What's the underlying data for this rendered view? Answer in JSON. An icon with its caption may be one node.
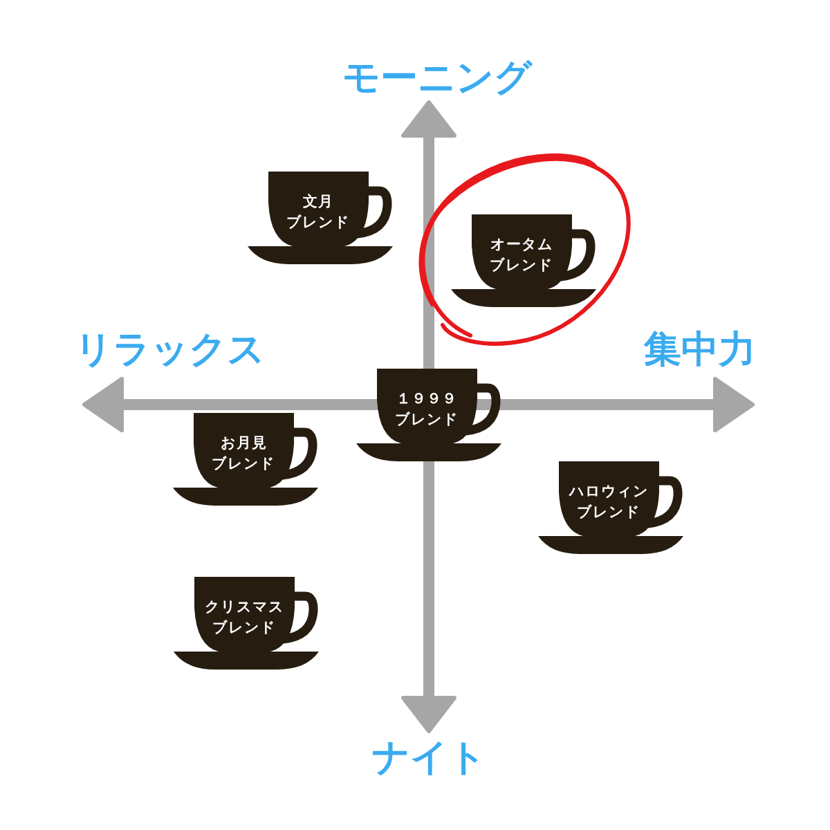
{
  "diagram": {
    "nodes": [
      {
        "text": [
          "文月",
          "ブレンド"
        ]
      },
      {
        "text": [
          "オータム",
          "ブレンド"
        ]
      },
      {
        "text": [
          "１９９９",
          "ブレンド"
        ]
      },
      {
        "text": [
          "お月見",
          "ブレンド"
        ]
      },
      {
        "text": [
          "ハロウィン",
          "ブレンド"
        ]
      },
      {
        "text": [
          "クリスマス",
          "ブレンド"
        ]
      }
    ],
    "edges": [],
    "labels": [
      "モーニング",
      "リラックス",
      "集中力",
      "ナイト"
    ]
  }
}
